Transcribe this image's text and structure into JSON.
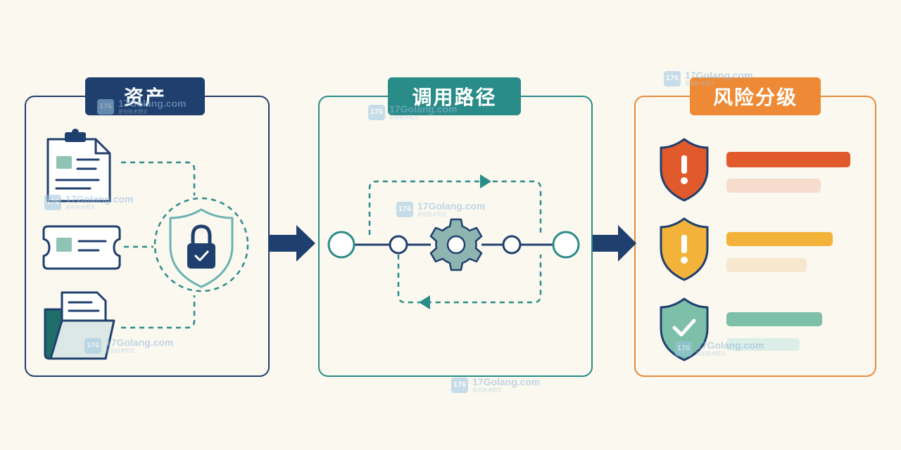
{
  "panels": {
    "assets": {
      "title": "资产",
      "color": "#1f3f6e"
    },
    "path": {
      "title": "调用路径",
      "color": "#2a8c88"
    },
    "risk": {
      "title": "风险分级",
      "color": "#ee8a35"
    }
  },
  "risk_levels": [
    {
      "level": "high",
      "color": "#e05a2b",
      "icon": "exclamation-shield-icon"
    },
    {
      "level": "medium",
      "color": "#f3b23a",
      "icon": "exclamation-shield-icon"
    },
    {
      "level": "low",
      "color": "#7dbfa9",
      "icon": "check-shield-icon"
    }
  ],
  "watermark": {
    "logo": "17G",
    "text": "17Golang.com",
    "sub": "原创技术图文"
  }
}
